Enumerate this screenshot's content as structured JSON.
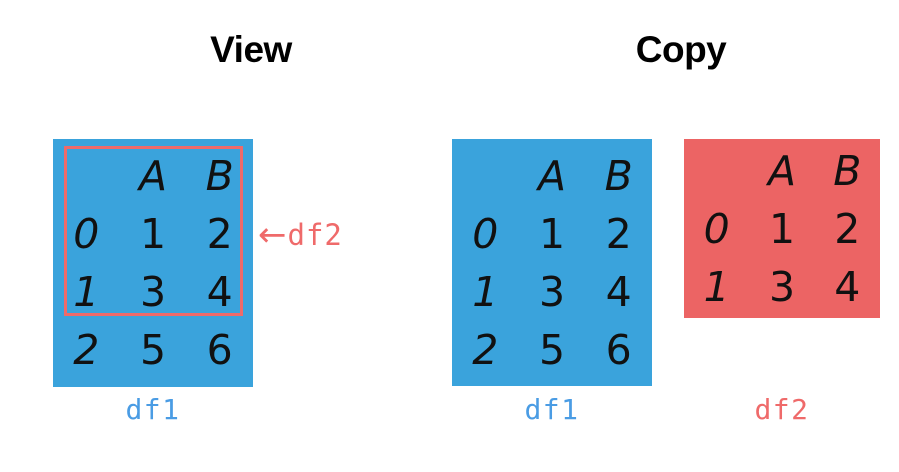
{
  "panels": [
    {
      "id": "view",
      "title": "View"
    },
    {
      "id": "copy",
      "title": "Copy"
    }
  ],
  "colors": {
    "blue_fill": "#3aa3dc",
    "red_fill": "#ec6464",
    "outline_red": "#ef6a6a",
    "caption_blue": "#4a9ce4",
    "caption_red": "#ef6a6a",
    "text_black": "#111111",
    "background": "#ffffff"
  },
  "tables": {
    "left_df1": {
      "caption": "df1",
      "caption_color": "#4a9ce4",
      "fill": "#3aa3dc",
      "columns": [
        "",
        "A",
        "B"
      ],
      "index": [
        "0",
        "1",
        "2"
      ],
      "rows": [
        {
          "index": "0",
          "A": "1",
          "B": "2"
        },
        {
          "index": "1",
          "A": "3",
          "B": "4"
        },
        {
          "index": "2",
          "A": "5",
          "B": "6"
        }
      ],
      "highlight": {
        "label": "df2",
        "arrow": "←",
        "covers_rows": [
          "0",
          "1"
        ],
        "outline_color": "#ef6a6a"
      }
    },
    "mid_df1": {
      "caption": "df1",
      "caption_color": "#4a9ce4",
      "fill": "#3aa3dc",
      "columns": [
        "",
        "A",
        "B"
      ],
      "index": [
        "0",
        "1",
        "2"
      ],
      "rows": [
        {
          "index": "0",
          "A": "1",
          "B": "2"
        },
        {
          "index": "1",
          "A": "3",
          "B": "4"
        },
        {
          "index": "2",
          "A": "5",
          "B": "6"
        }
      ]
    },
    "right_df2": {
      "caption": "df2",
      "caption_color": "#ef6a6a",
      "fill": "#ec6464",
      "columns": [
        "",
        "A",
        "B"
      ],
      "index": [
        "0",
        "1"
      ],
      "rows": [
        {
          "index": "0",
          "A": "1",
          "B": "2"
        },
        {
          "index": "1",
          "A": "3",
          "B": "4"
        }
      ]
    }
  }
}
